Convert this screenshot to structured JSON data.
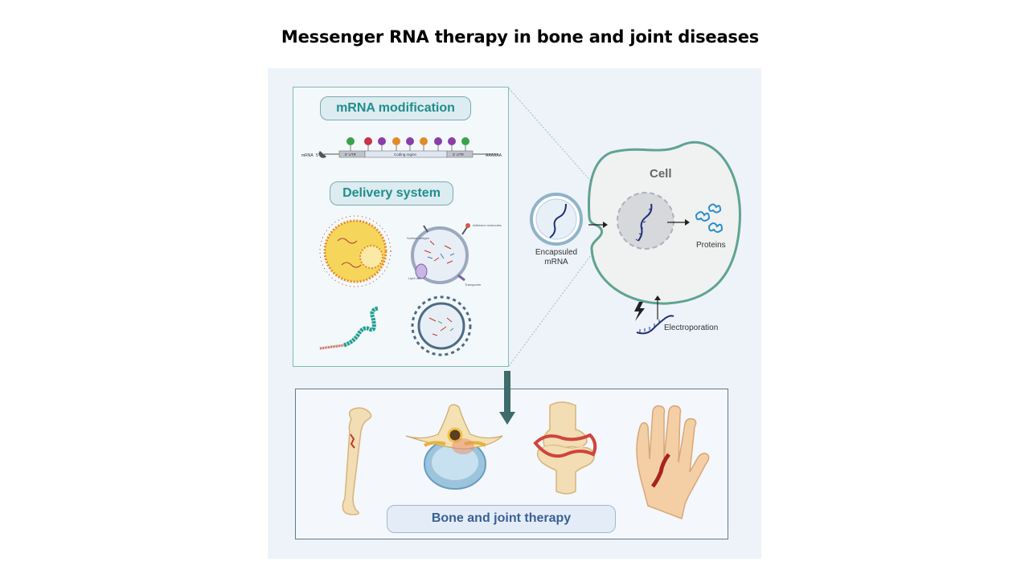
{
  "title": "Messenger RNA therapy in bone and joint diseases",
  "modification": {
    "label": "mRNA modification",
    "strand_label": "mRNA",
    "five_prime": "5'",
    "utr5": "5' UTR",
    "cds": "Coding region",
    "utr3": "3' UTR",
    "polya": "AAAAAA"
  },
  "delivery": {
    "label": "Delivery system",
    "exo_labels": [
      "Surface antigen",
      "Adhesion molecules",
      "Lipid raft",
      "Transporter"
    ]
  },
  "cell": {
    "label": "Cell",
    "proteins": "Proteins",
    "encapsuled_line1": "Encapsuled",
    "encapsuled_line2": "mRNA",
    "electroporation": "Electroporation"
  },
  "therapy": {
    "label": "Bone and joint therapy"
  },
  "colors": {
    "teal": "#1f8e8c",
    "cell_border": "#5fa391",
    "navy": "#1e2f7a",
    "arrow": "#3e6b6b",
    "bone_pill_text": "#3a5f96"
  }
}
